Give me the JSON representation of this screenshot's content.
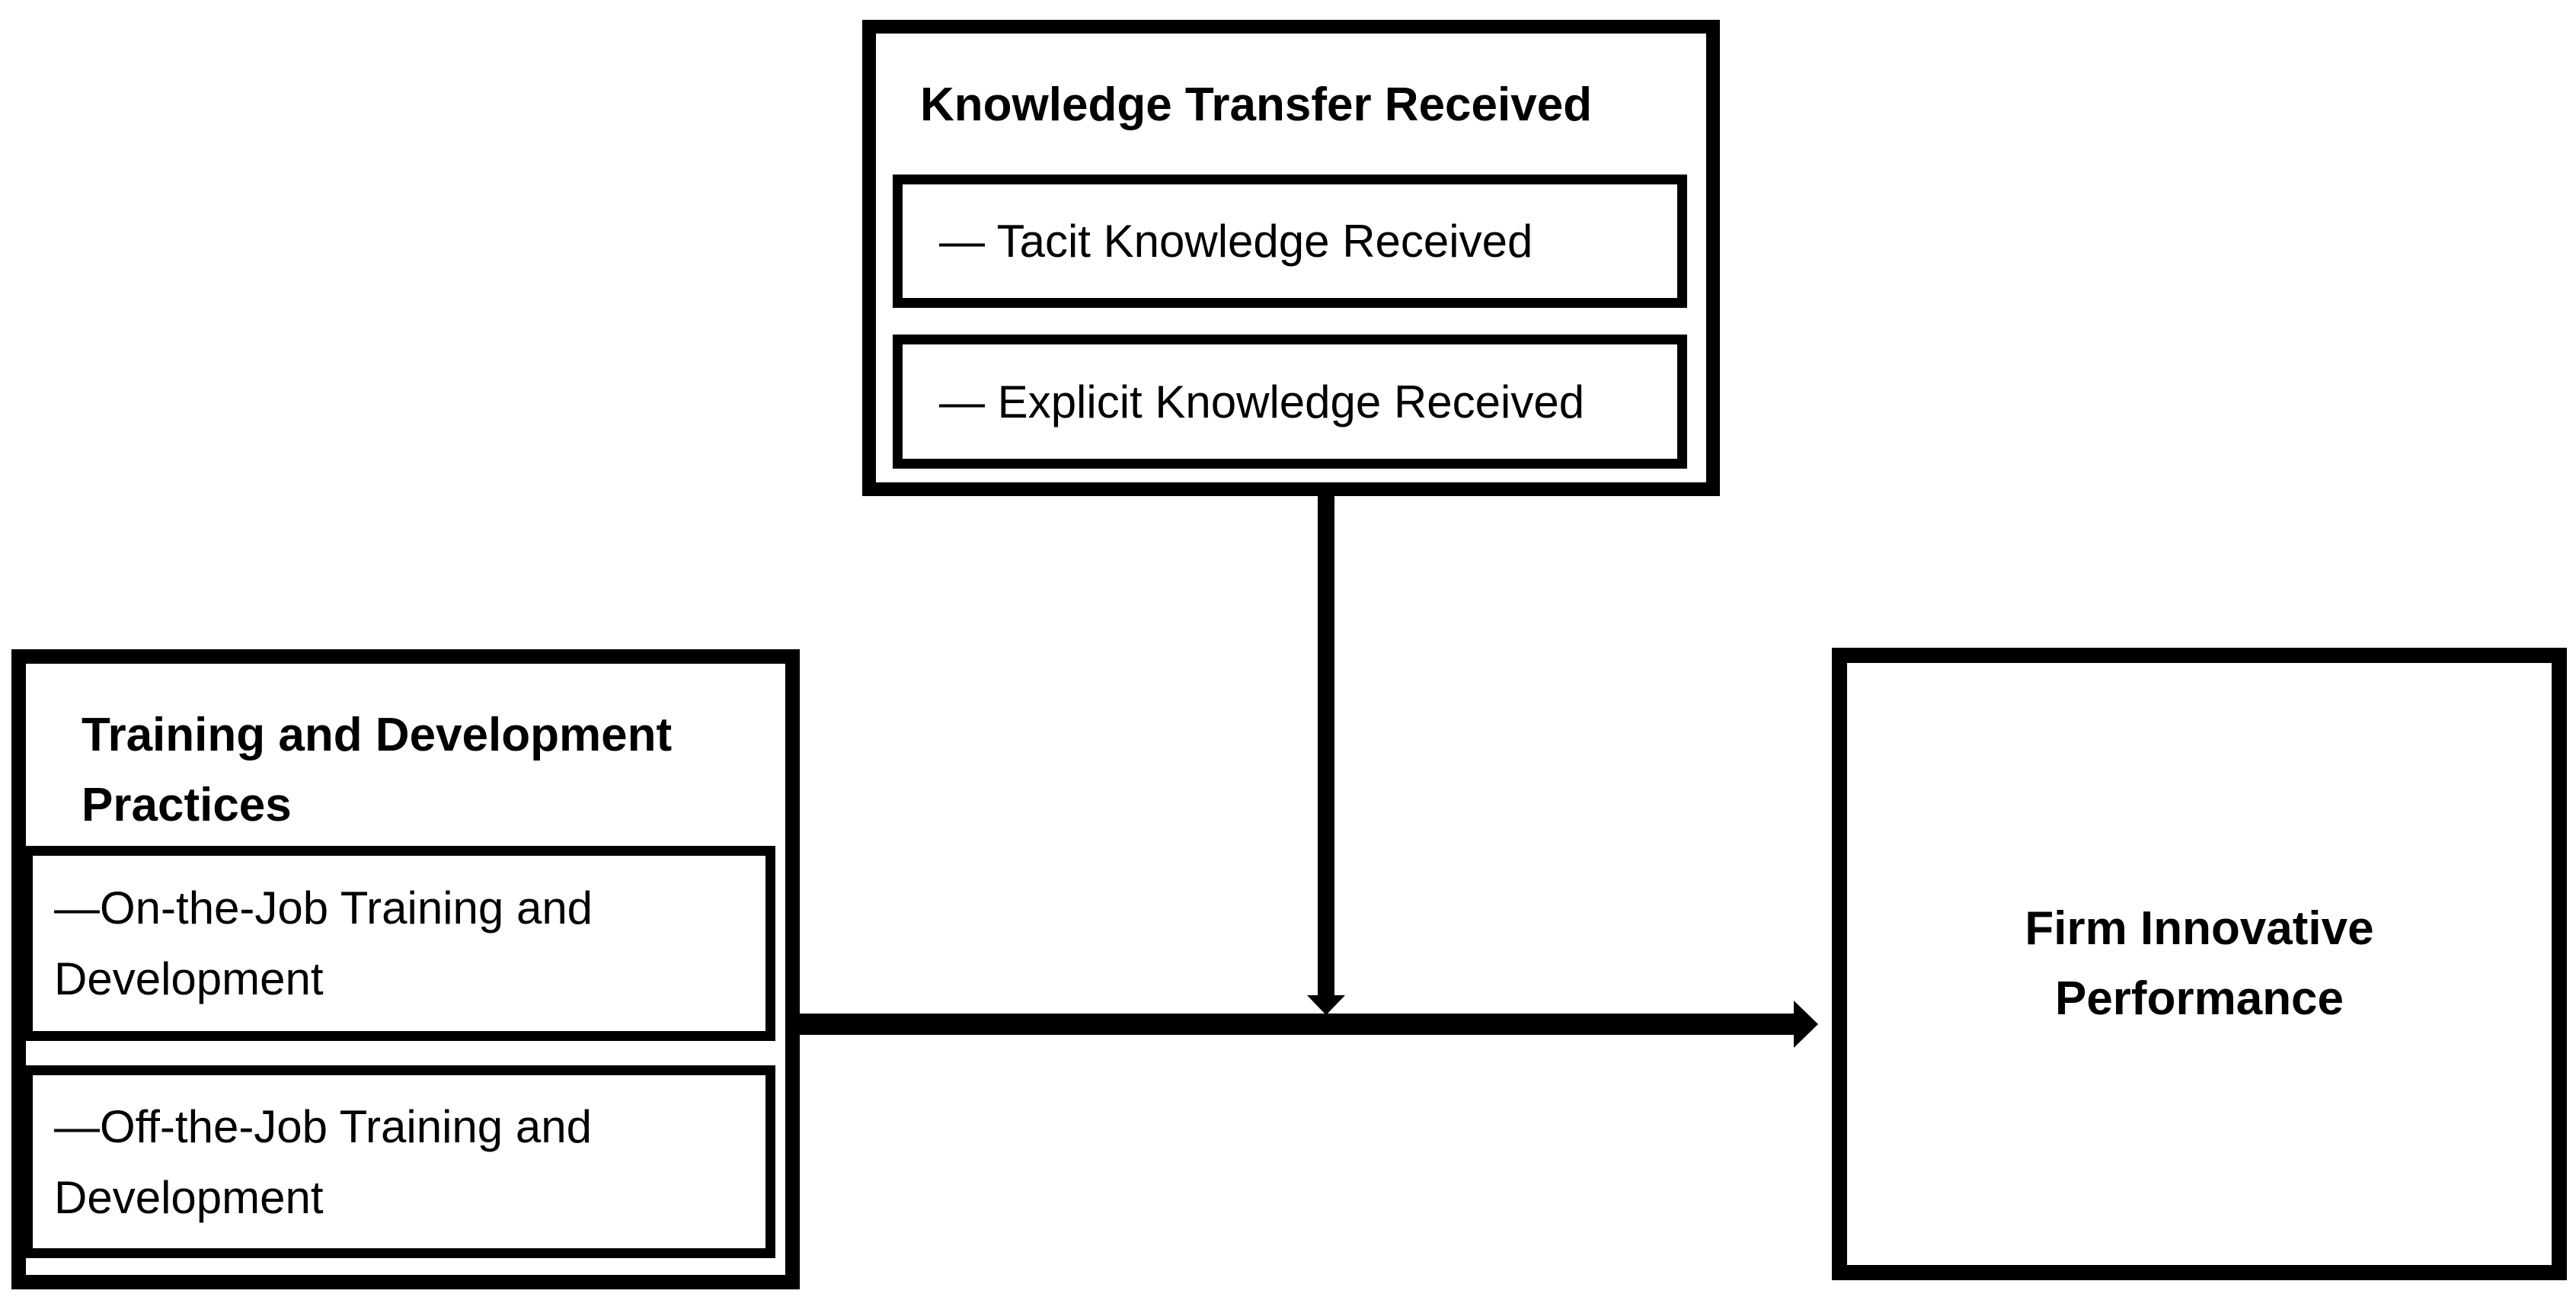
{
  "diagram": {
    "type": "conceptual-framework",
    "colors": {
      "background": "#ffffff",
      "line": "#000000",
      "text": "#000000"
    },
    "moderator_box": {
      "title": "Knowledge Transfer Received",
      "items": [
        "— Tacit Knowledge Received",
        "— Explicit Knowledge Received"
      ]
    },
    "independent_box": {
      "title": "Training and Development Practices",
      "items": [
        "—On-the-Job Training and Development",
        "—Off-the-Job Training and Development"
      ]
    },
    "dependent_box": {
      "label": "Firm Innovative Performance"
    },
    "arrows": [
      {
        "name": "main-effect-arrow",
        "from": "independent_box",
        "to": "dependent_box",
        "direction": "right"
      },
      {
        "name": "moderation-arrow",
        "from": "moderator_box",
        "to": "main-effect-arrow",
        "direction": "down"
      }
    ]
  }
}
